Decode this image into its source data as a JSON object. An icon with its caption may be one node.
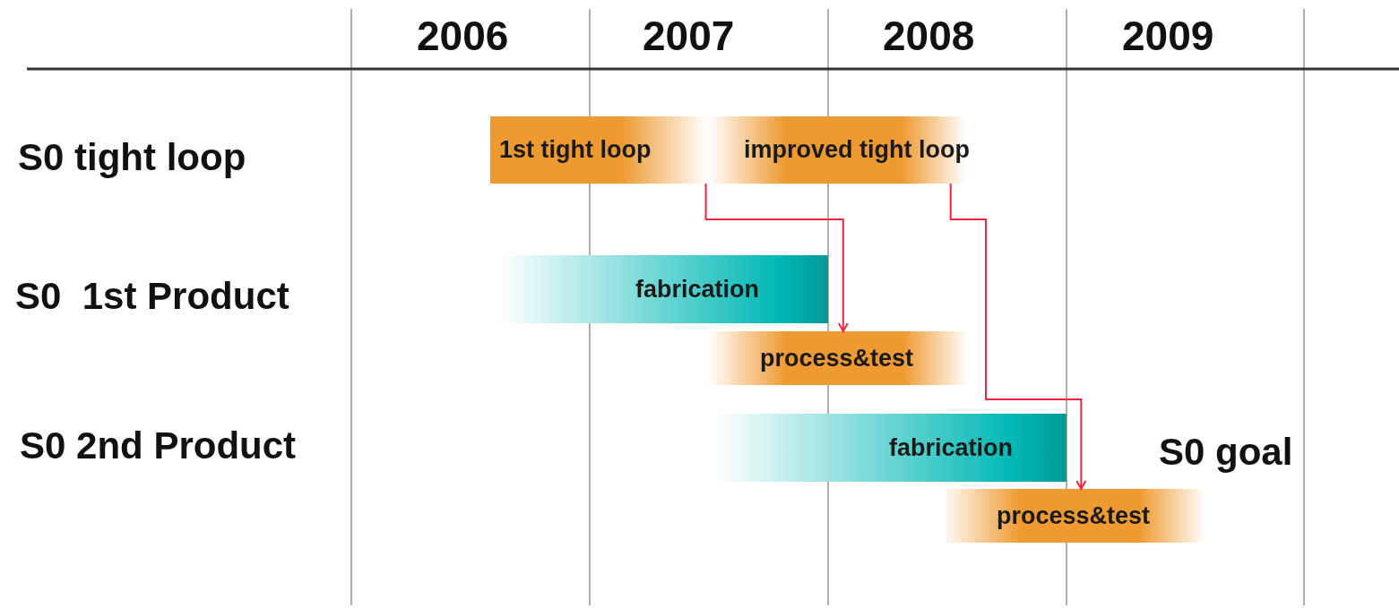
{
  "diagram": {
    "nodes": [
      {
        "text": [
          "1st tight loop"
        ]
      },
      {
        "text": [
          "improved tight loop"
        ]
      },
      {
        "text": [
          "fabrication"
        ]
      },
      {
        "text": [
          "process&test"
        ]
      },
      {
        "text": [
          "fabrication"
        ]
      },
      {
        "text": [
          "process&test"
        ]
      }
    ],
    "edges": [
      {
        "from": 0,
        "to": 3,
        "arrow": "to"
      },
      {
        "from": 1,
        "to": 5,
        "arrow": "to"
      }
    ],
    "labels": [
      "2006",
      "2007",
      "2008",
      "2009",
      "S0 tight loop",
      "S0  1st Product",
      "S0 2nd Product",
      "S0 goal"
    ]
  }
}
